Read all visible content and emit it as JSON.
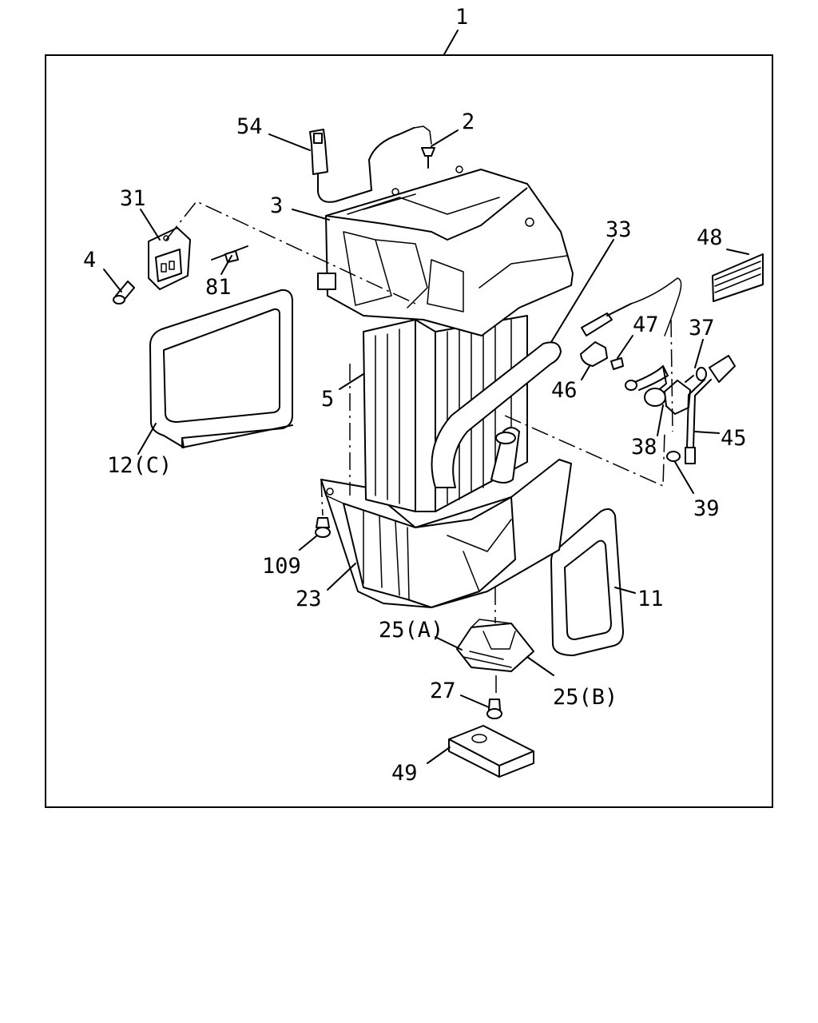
{
  "labels": {
    "p1": "1",
    "p2": "2",
    "p3": "3",
    "p4": "4",
    "p5": "5",
    "p11": "11",
    "p12c": "12(C)",
    "p23": "23",
    "p25a": "25(A)",
    "p25b": "25(B)",
    "p27": "27",
    "p31": "31",
    "p33": "33",
    "p37": "37",
    "p38": "38",
    "p39": "39",
    "p45": "45",
    "p46": "46",
    "p47": "47",
    "p48": "48",
    "p49": "49",
    "p54": "54",
    "p81": "81",
    "p109": "109"
  }
}
